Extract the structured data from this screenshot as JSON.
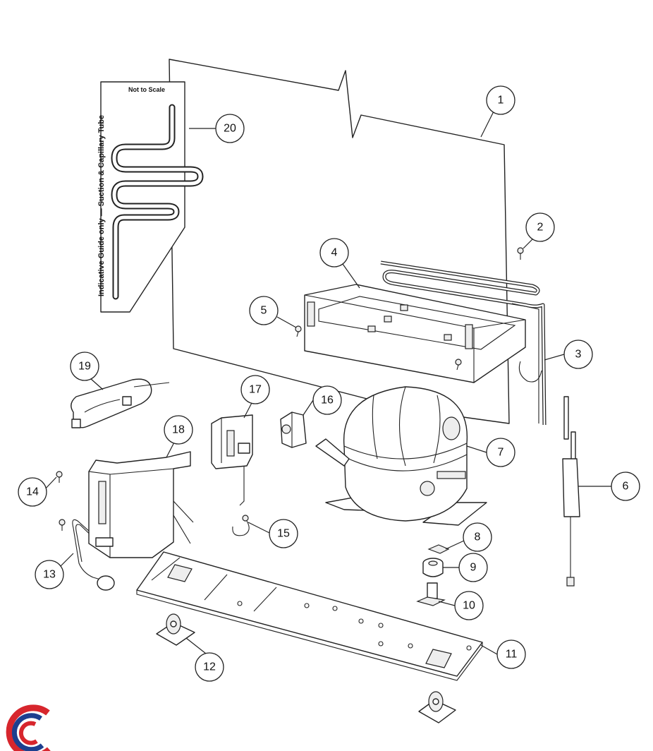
{
  "guide": {
    "scale_note": "Not to Scale",
    "vertical_label": "Indicative Guide only — Suction & Capillary Tube"
  },
  "callouts": [
    {
      "num": "1"
    },
    {
      "num": "2"
    },
    {
      "num": "3"
    },
    {
      "num": "4"
    },
    {
      "num": "5"
    },
    {
      "num": "6"
    },
    {
      "num": "7"
    },
    {
      "num": "8"
    },
    {
      "num": "9"
    },
    {
      "num": "10"
    },
    {
      "num": "11"
    },
    {
      "num": "12"
    },
    {
      "num": "13"
    },
    {
      "num": "14"
    },
    {
      "num": "15"
    },
    {
      "num": "16"
    },
    {
      "num": "17"
    },
    {
      "num": "18"
    },
    {
      "num": "19"
    },
    {
      "num": "20"
    }
  ],
  "colors": {
    "logo_red": "#d7262d",
    "logo_blue": "#1d3f8f",
    "line": "#222222"
  }
}
